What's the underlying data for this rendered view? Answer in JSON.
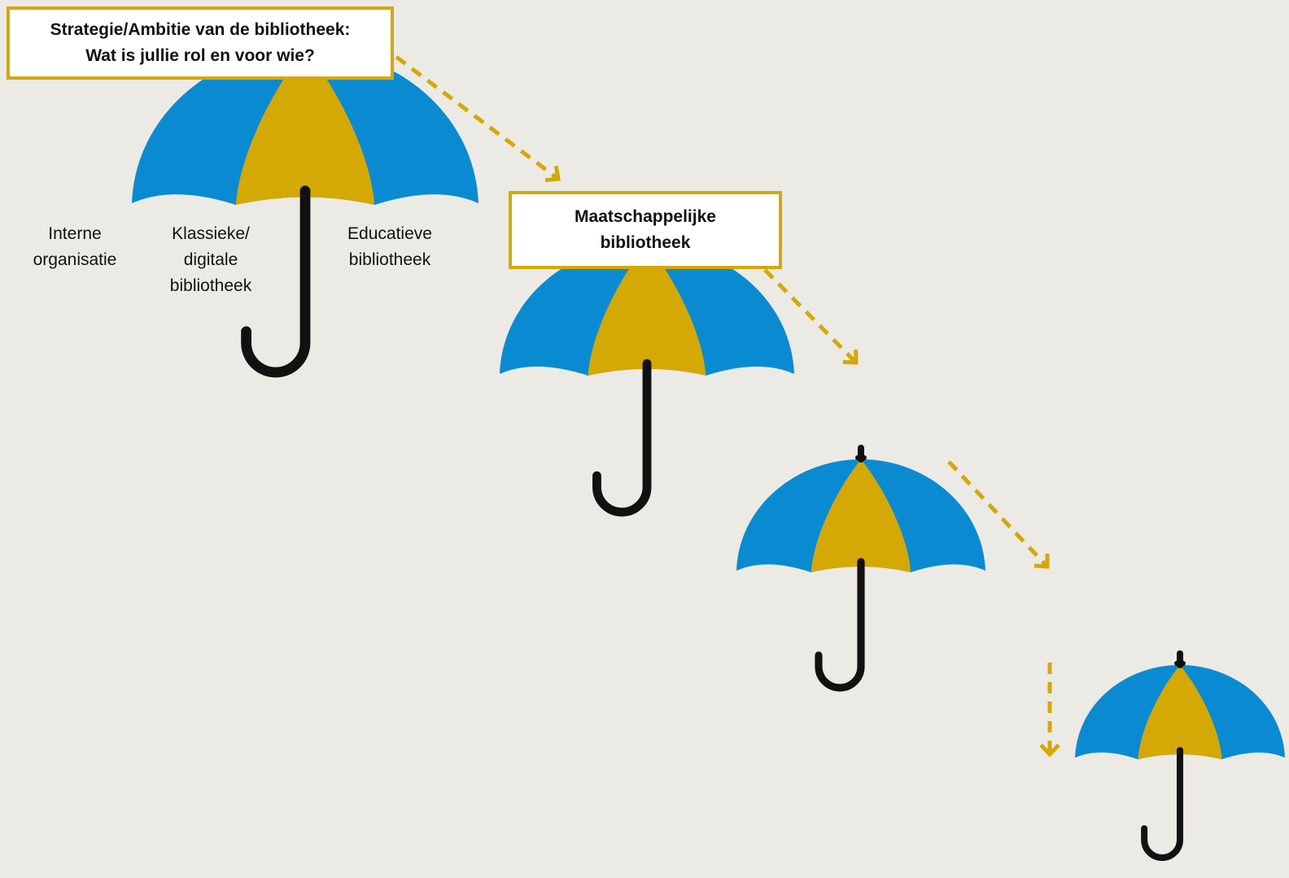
{
  "colors": {
    "background": "#ECEAE4",
    "canopy_blue": "#0A8BD1",
    "canopy_gold": "#D4A805",
    "handle": "#111111",
    "arrow": "#D4A805"
  },
  "boxes": {
    "main": {
      "line1": "Strategie/Ambitie van de bibliotheek:",
      "line2": "Wat is jullie rol en voor wie?"
    },
    "second": {
      "line1": "Maatschappelijke",
      "line2": "bibliotheek"
    }
  },
  "labels": {
    "interne": {
      "line1": "Interne",
      "line2": "organisatie"
    },
    "klassieke": {
      "line1": "Klassieke/",
      "line2": "digitale",
      "line3": "bibliotheek"
    },
    "educatieve": {
      "line1": "Educatieve",
      "line2": "bibliotheek"
    }
  },
  "icons": [
    "umbrella-icon",
    "umbrella-icon",
    "umbrella-icon",
    "umbrella-icon",
    "dashed-arrow-icon"
  ]
}
